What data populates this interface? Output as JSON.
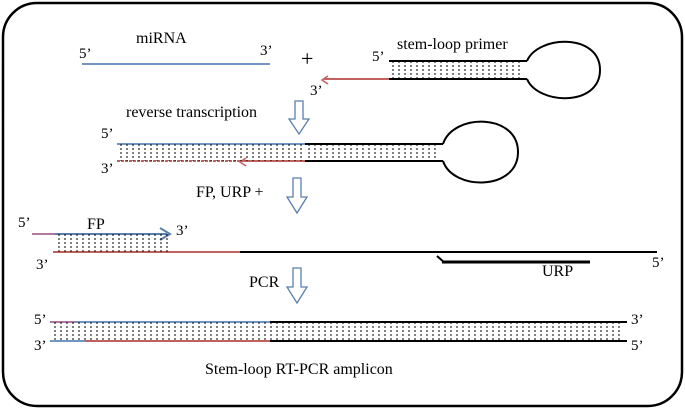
{
  "labels": {
    "mirna": "miRNA",
    "stem_loop_primer": "stem-loop primer",
    "plus_sign": "+",
    "reverse_transcription": "reverse transcription",
    "fp_urp_plus": "FP, URP +",
    "fp": "FP",
    "urp": "URP",
    "pcr": "PCR",
    "amplicon": "Stem-loop RT-PCR amplicon"
  },
  "ends": {
    "five_prime": "5’",
    "three_prime": "3’"
  },
  "colors": {
    "mirna_blue": "#7096c4",
    "primer_red": "#c2625f",
    "strand_black": "#000000",
    "frame": "#000000",
    "arrow_outline": "#5a7fae",
    "fp_arrow": "#5a7fae"
  }
}
